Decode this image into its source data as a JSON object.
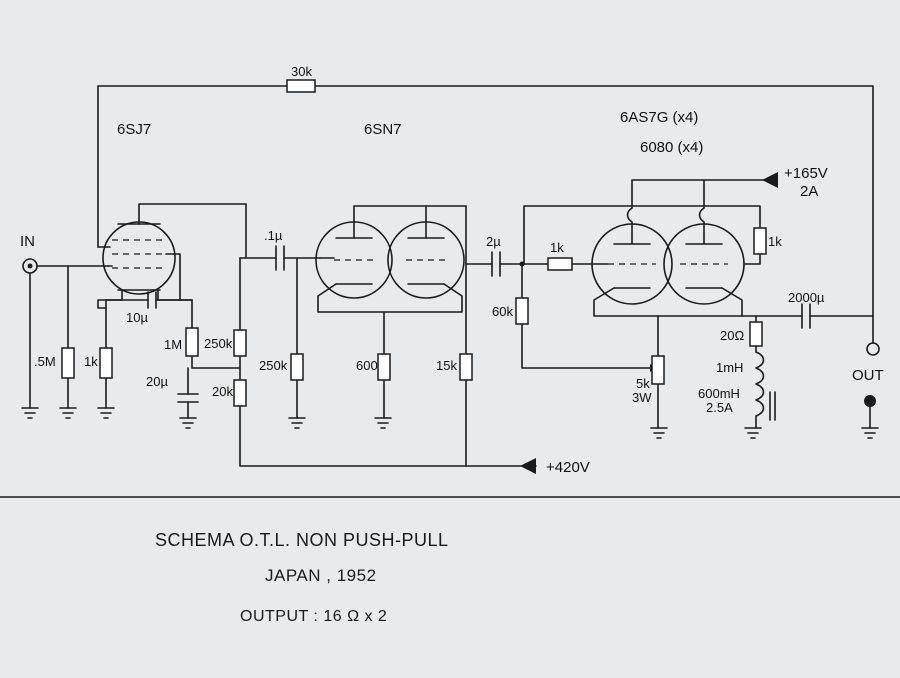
{
  "tubes": {
    "input": "6SJ7",
    "driver": "6SN7",
    "output_a": "6AS7G (x4)",
    "output_b": "6080 (x4)"
  },
  "components": {
    "feedback_resistor": "30k",
    "cap_01": ".1µ",
    "cap_2": "2µ",
    "grid_resistor": "1k",
    "plate_resistor_1k": "1k",
    "output_cap": "2000µ",
    "cap_10": "10µ",
    "res_1M": "1M",
    "res_250k_a": "250k",
    "res_250k_b": "250k",
    "cap_20": "20µ",
    "res_20k": "20k",
    "res_05M": ".5M",
    "res_1k_cathode": "1k",
    "res_600": "600",
    "res_15k": "15k",
    "res_60k": "60k",
    "res_20ohm": "20Ω",
    "inductor_1mH": "1mH",
    "inductor_600mH": "600mH",
    "inductor_current": "2.5A",
    "pot_5k": "5k",
    "pot_power": "3W"
  },
  "supplies": {
    "hv1": "+165V",
    "hv1_current": "2A",
    "hv2": "+420V"
  },
  "io": {
    "input": "IN",
    "output": "OUT"
  },
  "caption": {
    "line1": "SCHEMA O.T.L.  NON  PUSH-PULL",
    "line2": "JAPAN , 1952",
    "line3": "OUTPUT  :  16 Ω x 2"
  }
}
